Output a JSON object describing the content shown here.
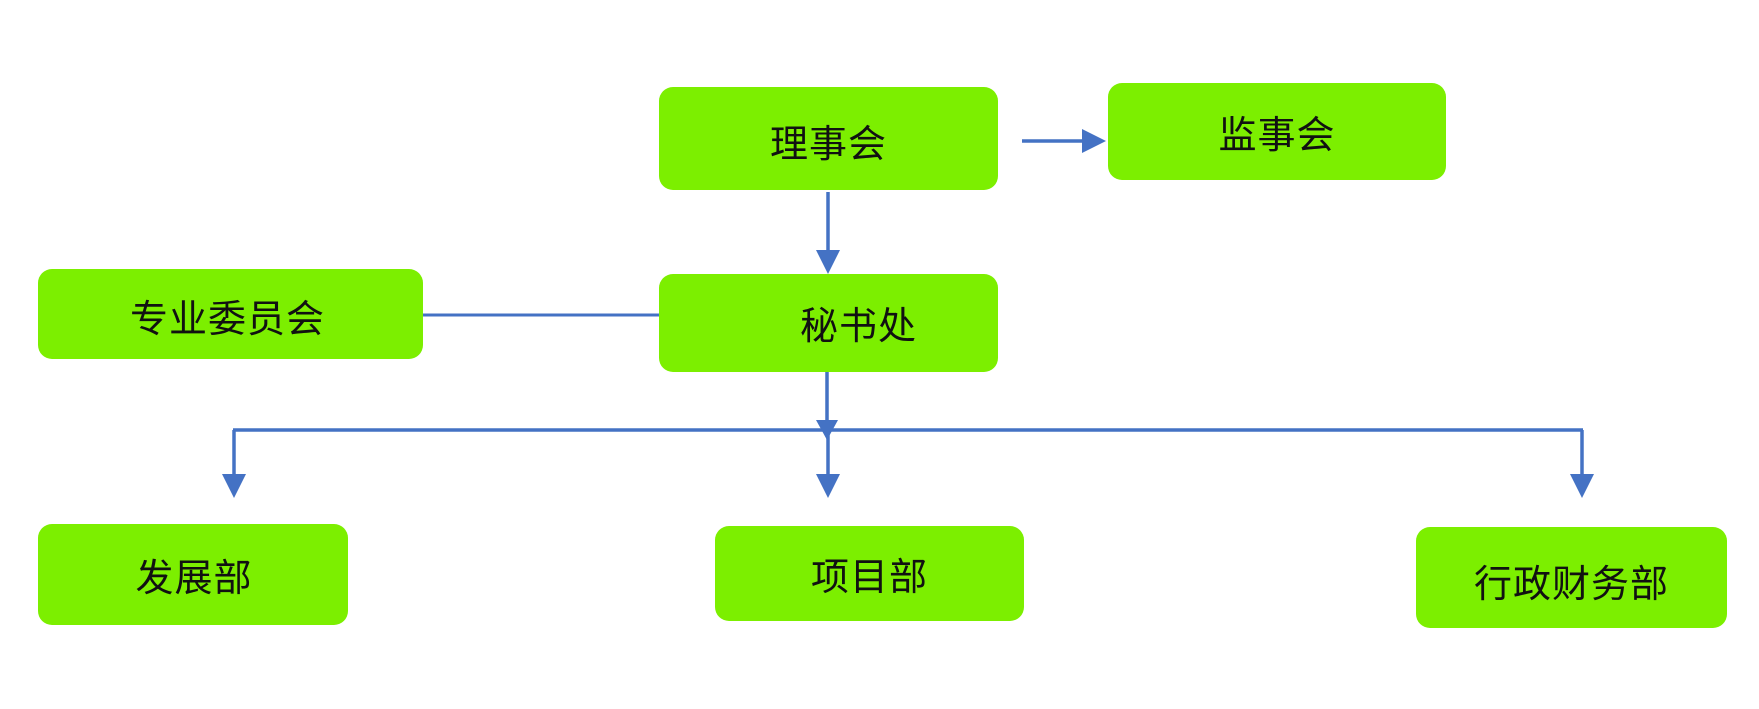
{
  "diagram": {
    "nodes": {
      "board": {
        "label": "理事会"
      },
      "supervisors": {
        "label": "监事会"
      },
      "committee": {
        "label": "专业委员会"
      },
      "secretariat": {
        "label": "秘书处"
      },
      "development": {
        "label": "发展部"
      },
      "project": {
        "label": "项目部"
      },
      "admin_finance": {
        "label": "行政财务部"
      }
    },
    "edges": [
      {
        "from": "board",
        "to": "supervisors",
        "arrow": true
      },
      {
        "from": "board",
        "to": "secretariat",
        "arrow": true
      },
      {
        "from": "committee",
        "to": "secretariat",
        "arrow": false
      },
      {
        "from": "secretariat",
        "to": "development",
        "arrow": true
      },
      {
        "from": "secretariat",
        "to": "project",
        "arrow": true
      },
      {
        "from": "secretariat",
        "to": "admin_finance",
        "arrow": true
      }
    ],
    "colors": {
      "node_fill": "#7CEF00",
      "connector": "#4472C4",
      "text": "#111111"
    }
  }
}
